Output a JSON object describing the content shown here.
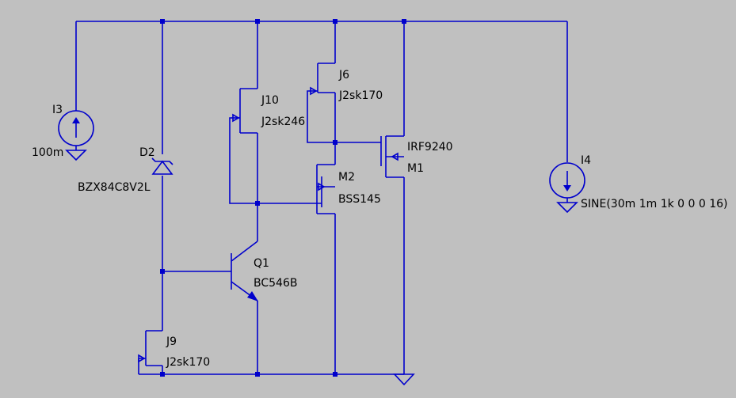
{
  "components": {
    "I3": {
      "ref": "I3",
      "value": "100m"
    },
    "I4": {
      "ref": "I4",
      "value": "SINE(30m 1m 1k 0 0 0 16)"
    },
    "D2": {
      "ref": "D2",
      "value": "BZX84C8V2L"
    },
    "J10": {
      "ref": "J10",
      "value": "J2sk246"
    },
    "J6": {
      "ref": "J6",
      "value": "J2sk170"
    },
    "M2": {
      "ref": "M2",
      "value": "BSS145"
    },
    "M1": {
      "ref": "M1",
      "value": "IRF9240"
    },
    "Q1": {
      "ref": "Q1",
      "value": "BC546B"
    },
    "J9": {
      "ref": "J9",
      "value": "J2sk170"
    }
  },
  "colors": {
    "background": "#c0c0c0",
    "wire": "#0000cc",
    "text": "#000000"
  }
}
